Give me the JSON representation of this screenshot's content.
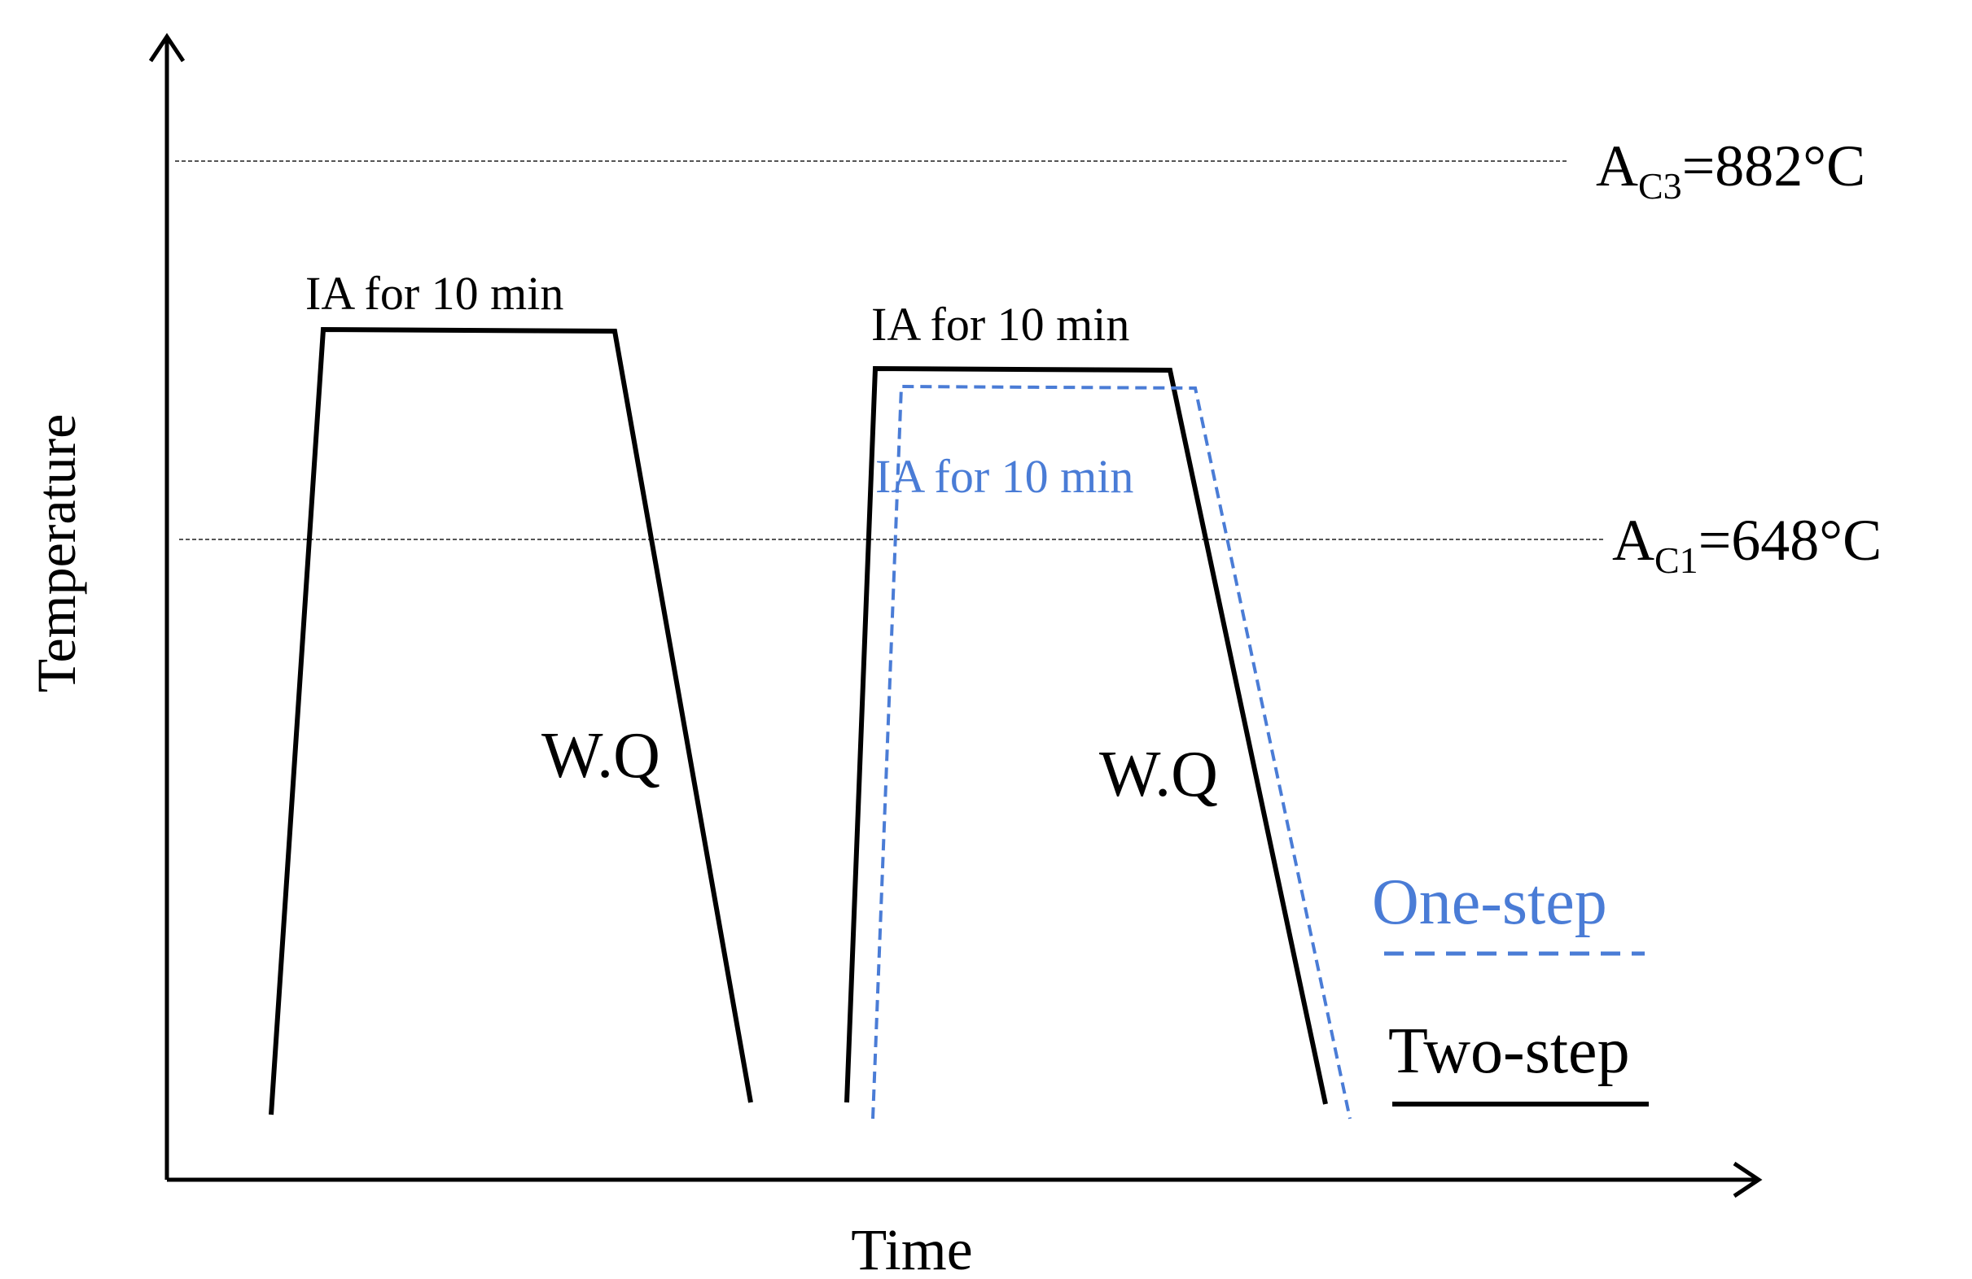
{
  "axes": {
    "y_label": "Temperature",
    "x_label": "Time"
  },
  "reference_lines": [
    {
      "base": "A",
      "sub": "C3",
      "rest": "=882°C"
    },
    {
      "base": "A",
      "sub": "C1",
      "rest": "=648°C"
    }
  ],
  "annotations": {
    "hold_label_1": "IA for 10 min",
    "hold_label_2": "IA for 10 min",
    "hold_label_3": "IA for 10 min",
    "quench_label_1": "W.Q",
    "quench_label_2": "W.Q"
  },
  "legend": {
    "one_step": "One-step",
    "two_step": "Two-step"
  },
  "colors": {
    "two_step": "#000000",
    "one_step": "#4a7cd6",
    "reference": "#555555"
  }
}
